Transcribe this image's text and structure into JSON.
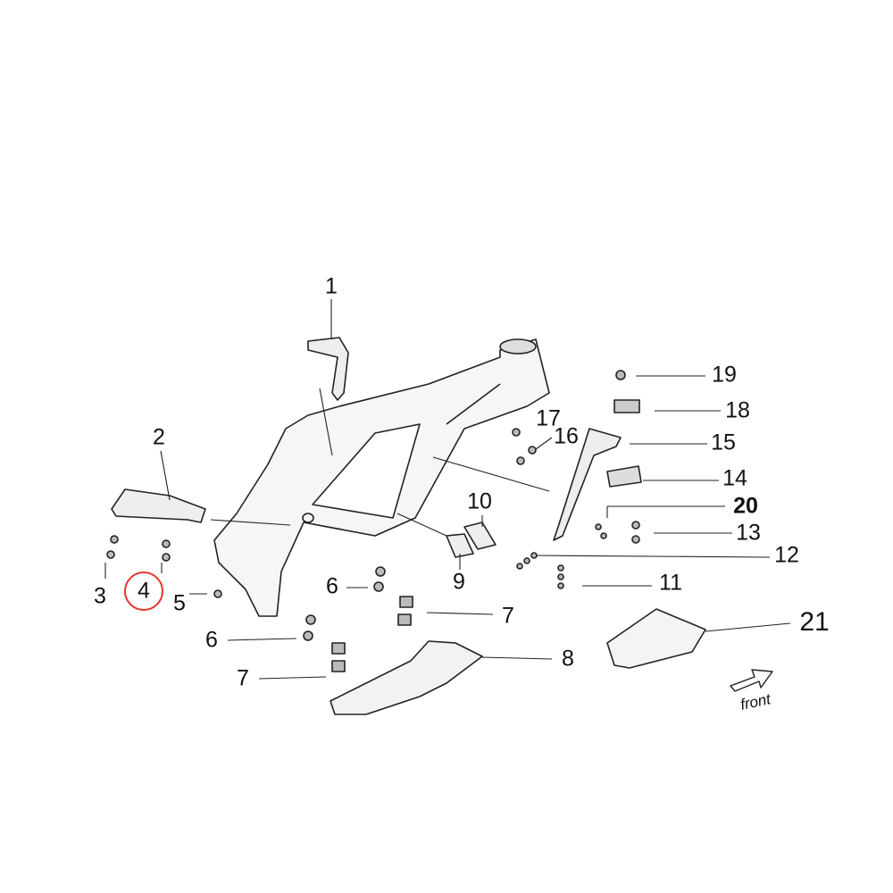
{
  "diagram": {
    "type": "exploded-parts-diagram",
    "highlight_color": "#e8342c",
    "highlighted_part": "4",
    "labels": [
      "1",
      "2",
      "3",
      "4",
      "5",
      "6",
      "6",
      "7",
      "7",
      "8",
      "9",
      "10",
      "11",
      "12",
      "13",
      "14",
      "15",
      "16",
      "17",
      "18",
      "19",
      "20",
      "21"
    ],
    "direction_label": "front"
  }
}
